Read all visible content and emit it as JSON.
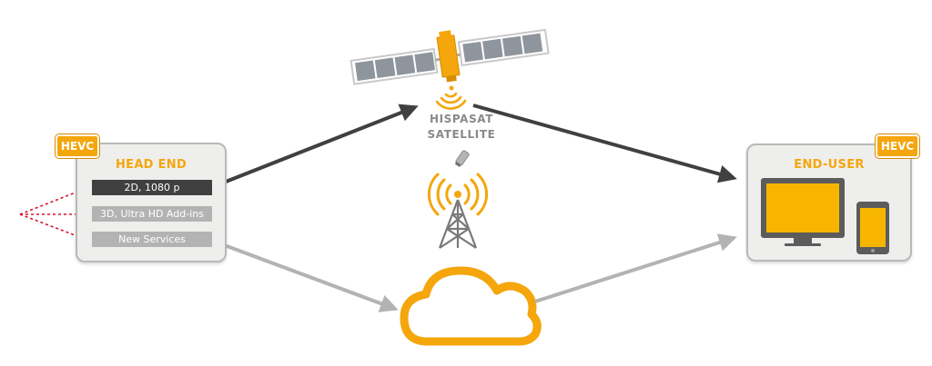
{
  "head_end": {
    "badge": "HEVC",
    "title": "HEAD END",
    "services": [
      "2D, 1080 p",
      "3D, Ultra HD Add-ins",
      "New Services"
    ]
  },
  "satellite": {
    "label_line1": "HISPASAT",
    "label_line2": "SATELLITE"
  },
  "end_user": {
    "badge": "HEVC",
    "title": "END-USER"
  },
  "colors": {
    "accent": "#f4a60c",
    "box_bg": "#eeeeec",
    "dark_arrow": "#404040",
    "light_arrow": "#b3b3b3",
    "input_arrow": "#d8112a"
  }
}
